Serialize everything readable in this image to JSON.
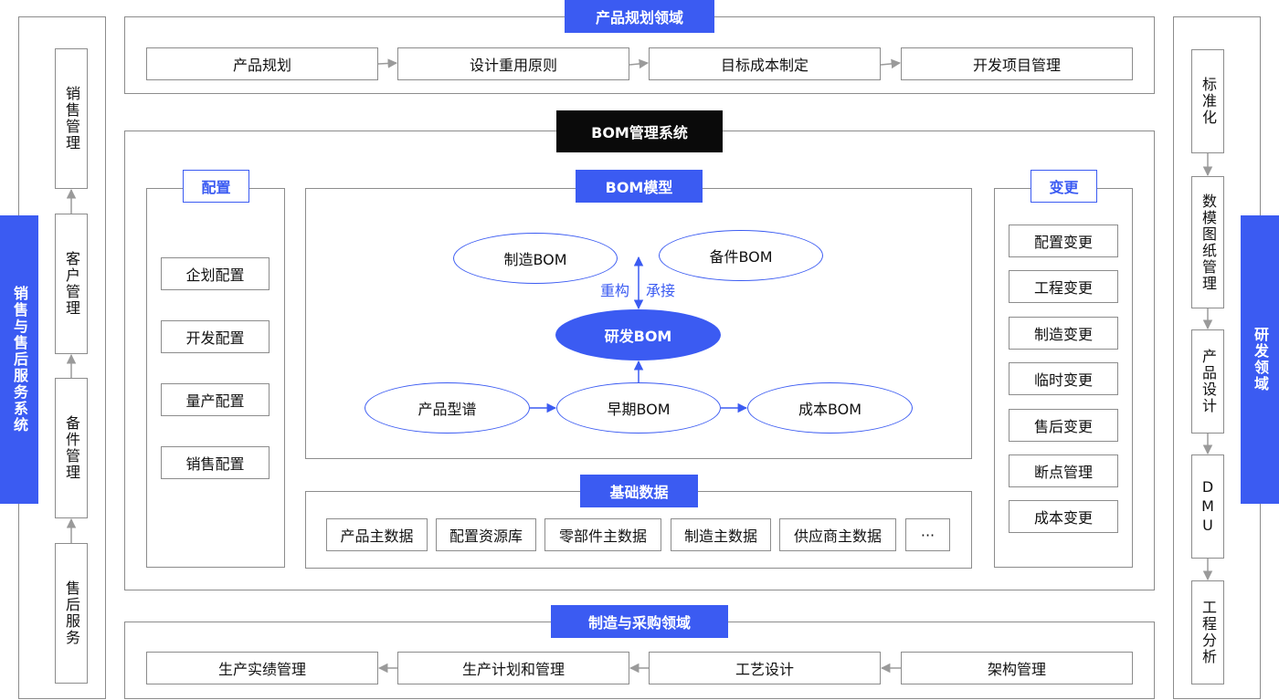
{
  "colors": {
    "accent": "#3b5bf2",
    "black": "#0a0a0a",
    "border": "#8c8c8c",
    "arrow": "#9a9a9a"
  },
  "left": {
    "title": "销售与售后服务系统",
    "items": [
      "销售管理",
      "客户管理",
      "备件管理",
      "售后服务"
    ]
  },
  "right": {
    "title": "研发领域",
    "items": [
      "标准化",
      "数模图纸管理",
      "产品设计",
      "DMU",
      "工程分析"
    ]
  },
  "top": {
    "title": "产品规划领域",
    "items": [
      "产品规划",
      "设计重用原则",
      "目标成本制定",
      "开发项目管理"
    ]
  },
  "center": {
    "title": "BOM管理系统",
    "config": {
      "title": "配置",
      "items": [
        "企划配置",
        "开发配置",
        "量产配置",
        "销售配置"
      ]
    },
    "model": {
      "title": "BOM模型",
      "mfg_bom": "制造BOM",
      "spare_bom": "备件BOM",
      "rd_bom": "研发BOM",
      "product_spectrum": "产品型谱",
      "early_bom": "早期BOM",
      "cost_bom": "成本BOM",
      "restructure": "重构",
      "inherit": "承接"
    },
    "master": {
      "title": "基础数据",
      "items": [
        "产品主数据",
        "配置资源库",
        "零部件主数据",
        "制造主数据",
        "供应商主数据",
        "···"
      ]
    },
    "change": {
      "title": "变更",
      "items": [
        "配置变更",
        "工程变更",
        "制造变更",
        "临时变更",
        "售后变更",
        "断点管理",
        "成本变更"
      ]
    }
  },
  "bottom": {
    "title": "制造与采购领域",
    "items": [
      "生产实绩管理",
      "生产计划和管理",
      "工艺设计",
      "架构管理"
    ]
  }
}
